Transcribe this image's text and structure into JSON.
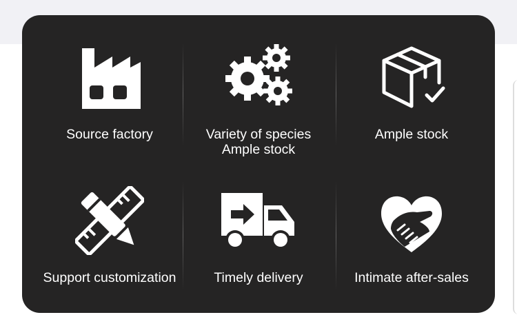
{
  "features": [
    {
      "icon": "factory-icon",
      "lines": [
        "Source factory"
      ]
    },
    {
      "icon": "gears-icon",
      "lines": [
        "Variety of species",
        "Ample stock"
      ]
    },
    {
      "icon": "box-check-icon",
      "lines": [
        "Ample stock"
      ]
    },
    {
      "icon": "pencil-ruler-icon",
      "lines": [
        "Support customization"
      ]
    },
    {
      "icon": "delivery-truck-icon",
      "lines": [
        "Timely delivery"
      ]
    },
    {
      "icon": "heart-handshake-icon",
      "lines": [
        "Intimate after-sales"
      ]
    }
  ],
  "colors": {
    "panel": "#252424",
    "icon": "#ffffff",
    "text": "#ffffff",
    "page_top": "#f1f1f5"
  }
}
